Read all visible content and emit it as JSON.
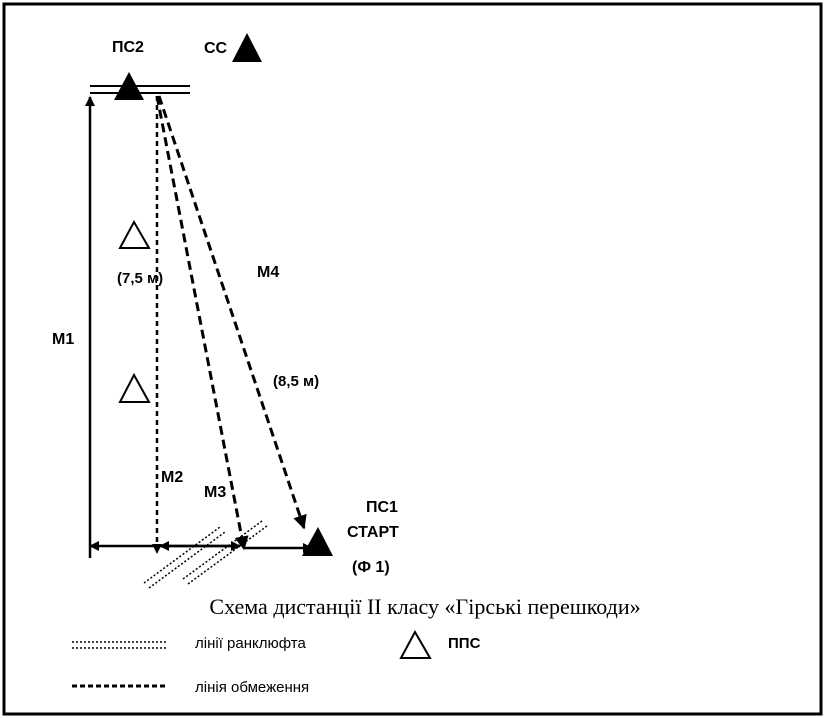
{
  "labels": {
    "ps2": "ПС2",
    "ss": "СС",
    "m1": "М1",
    "m2": "М2",
    "m3": "М3",
    "m4": "М4",
    "dist1": "(7,5 м)",
    "dist2": "(8,5 м)",
    "ps1": "ПС1",
    "start": "СТАРТ",
    "phase": "(Ф 1)"
  },
  "caption": "Схема дистанції ІІ класу «Гірські перешкоди»",
  "legend": {
    "rankluft": "лінії ранклюфта",
    "restriction": "лінія обмеження",
    "pps": "ППС"
  }
}
